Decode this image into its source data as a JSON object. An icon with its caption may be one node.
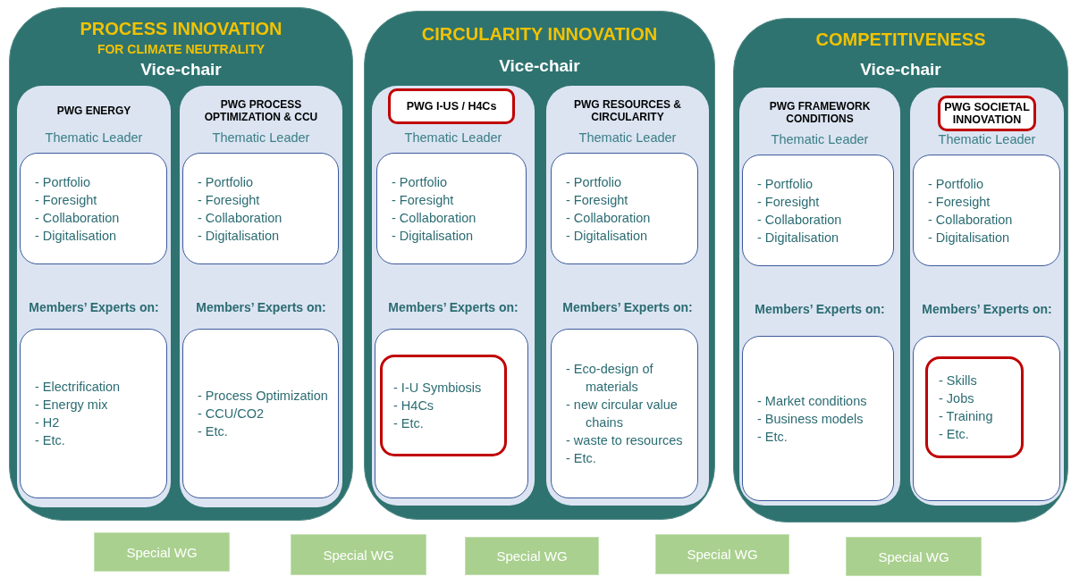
{
  "diagram": {
    "nodes": [
      {
        "text": [
          "PROCESS INNOVATION",
          "FOR CLIMATE NEUTRALITY",
          "Vice-chair"
        ]
      },
      {
        "text": [
          "PWG ENERGY",
          "Thematic Leader",
          "Members’ Experts on:"
        ],
        "in": 0
      },
      {
        "text": [
          "- Portfolio",
          "- Foresight",
          "- Collaboration",
          "- Digitalisation"
        ],
        "in": 1
      },
      {
        "text": [
          "- Electrification",
          "- Energy mix",
          "- H2",
          "- Etc."
        ],
        "in": 1
      },
      {
        "text": [
          "PWG PROCESS OPTIMIZATION & CCU",
          "Thematic Leader",
          "Members’ Experts on:"
        ],
        "in": 0
      },
      {
        "text": [
          "- Portfolio",
          "- Foresight",
          "- Collaboration",
          "- Digitalisation"
        ],
        "in": 4
      },
      {
        "text": [
          "- Process Optimization",
          "- CCU/CO2",
          "- Etc."
        ],
        "in": 4
      },
      {
        "text": [
          "CIRCULARITY INNOVATION",
          "Vice-chair"
        ]
      },
      {
        "text": [
          "Thematic Leader",
          "Members’ Experts on:"
        ],
        "in": 7
      },
      {
        "text": [
          "PWG I-US / H4Cs"
        ],
        "in": 8
      },
      {
        "text": [
          "- Portfolio",
          "- Foresight",
          "- Collaboration",
          "- Digitalisation"
        ],
        "in": 8
      },
      {
        "text": [],
        "shape": "box",
        "in": 8
      },
      {
        "text": [
          "- I-U Symbiosis",
          "- H4Cs",
          "- Etc."
        ],
        "in": 11
      },
      {
        "text": [
          "PWG RESOURCES & CIRCULARITY",
          "Thematic Leader",
          "Members’ Experts on:"
        ],
        "in": 7
      },
      {
        "text": [
          "- Portfolio",
          "- Foresight",
          "- Collaboration",
          "- Digitalisation"
        ],
        "in": 13
      },
      {
        "text": [
          "- Eco-design of materials",
          "- new circular value chains",
          "- waste to resources",
          "- Etc."
        ],
        "in": 13
      },
      {
        "text": [
          "COMPETITIVENESS",
          "Vice-chair"
        ]
      },
      {
        "text": [
          "PWG FRAMEWORK CONDITIONS",
          "Thematic Leader",
          "Members’ Experts on:"
        ],
        "in": 16
      },
      {
        "text": [
          "- Portfolio",
          "- Foresight",
          "- Collaboration",
          "- Digitalisation"
        ],
        "in": 17
      },
      {
        "text": [
          "- Market conditions",
          "- Business models",
          "- Etc."
        ],
        "in": 17
      },
      {
        "text": [
          "Thematic Leader",
          "Members’ Experts on:"
        ],
        "in": 16
      },
      {
        "text": [
          "PWG SOCIETAL INNOVATION"
        ],
        "in": 20
      },
      {
        "text": [
          "- Portfolio",
          "- Foresight",
          "- Collaboration",
          "- Digitalisation"
        ],
        "in": 20
      },
      {
        "text": [],
        "shape": "box",
        "in": 20
      },
      {
        "text": [
          "- Skills",
          "- Jobs",
          "- Training",
          "- Etc."
        ],
        "in": 23
      },
      {
        "text": [
          "Special WG"
        ]
      },
      {
        "text": [
          "Special WG"
        ]
      },
      {
        "text": [
          "Special WG"
        ]
      },
      {
        "text": [
          "Special WG"
        ]
      },
      {
        "text": [
          "Special WG"
        ]
      }
    ],
    "edges": []
  }
}
